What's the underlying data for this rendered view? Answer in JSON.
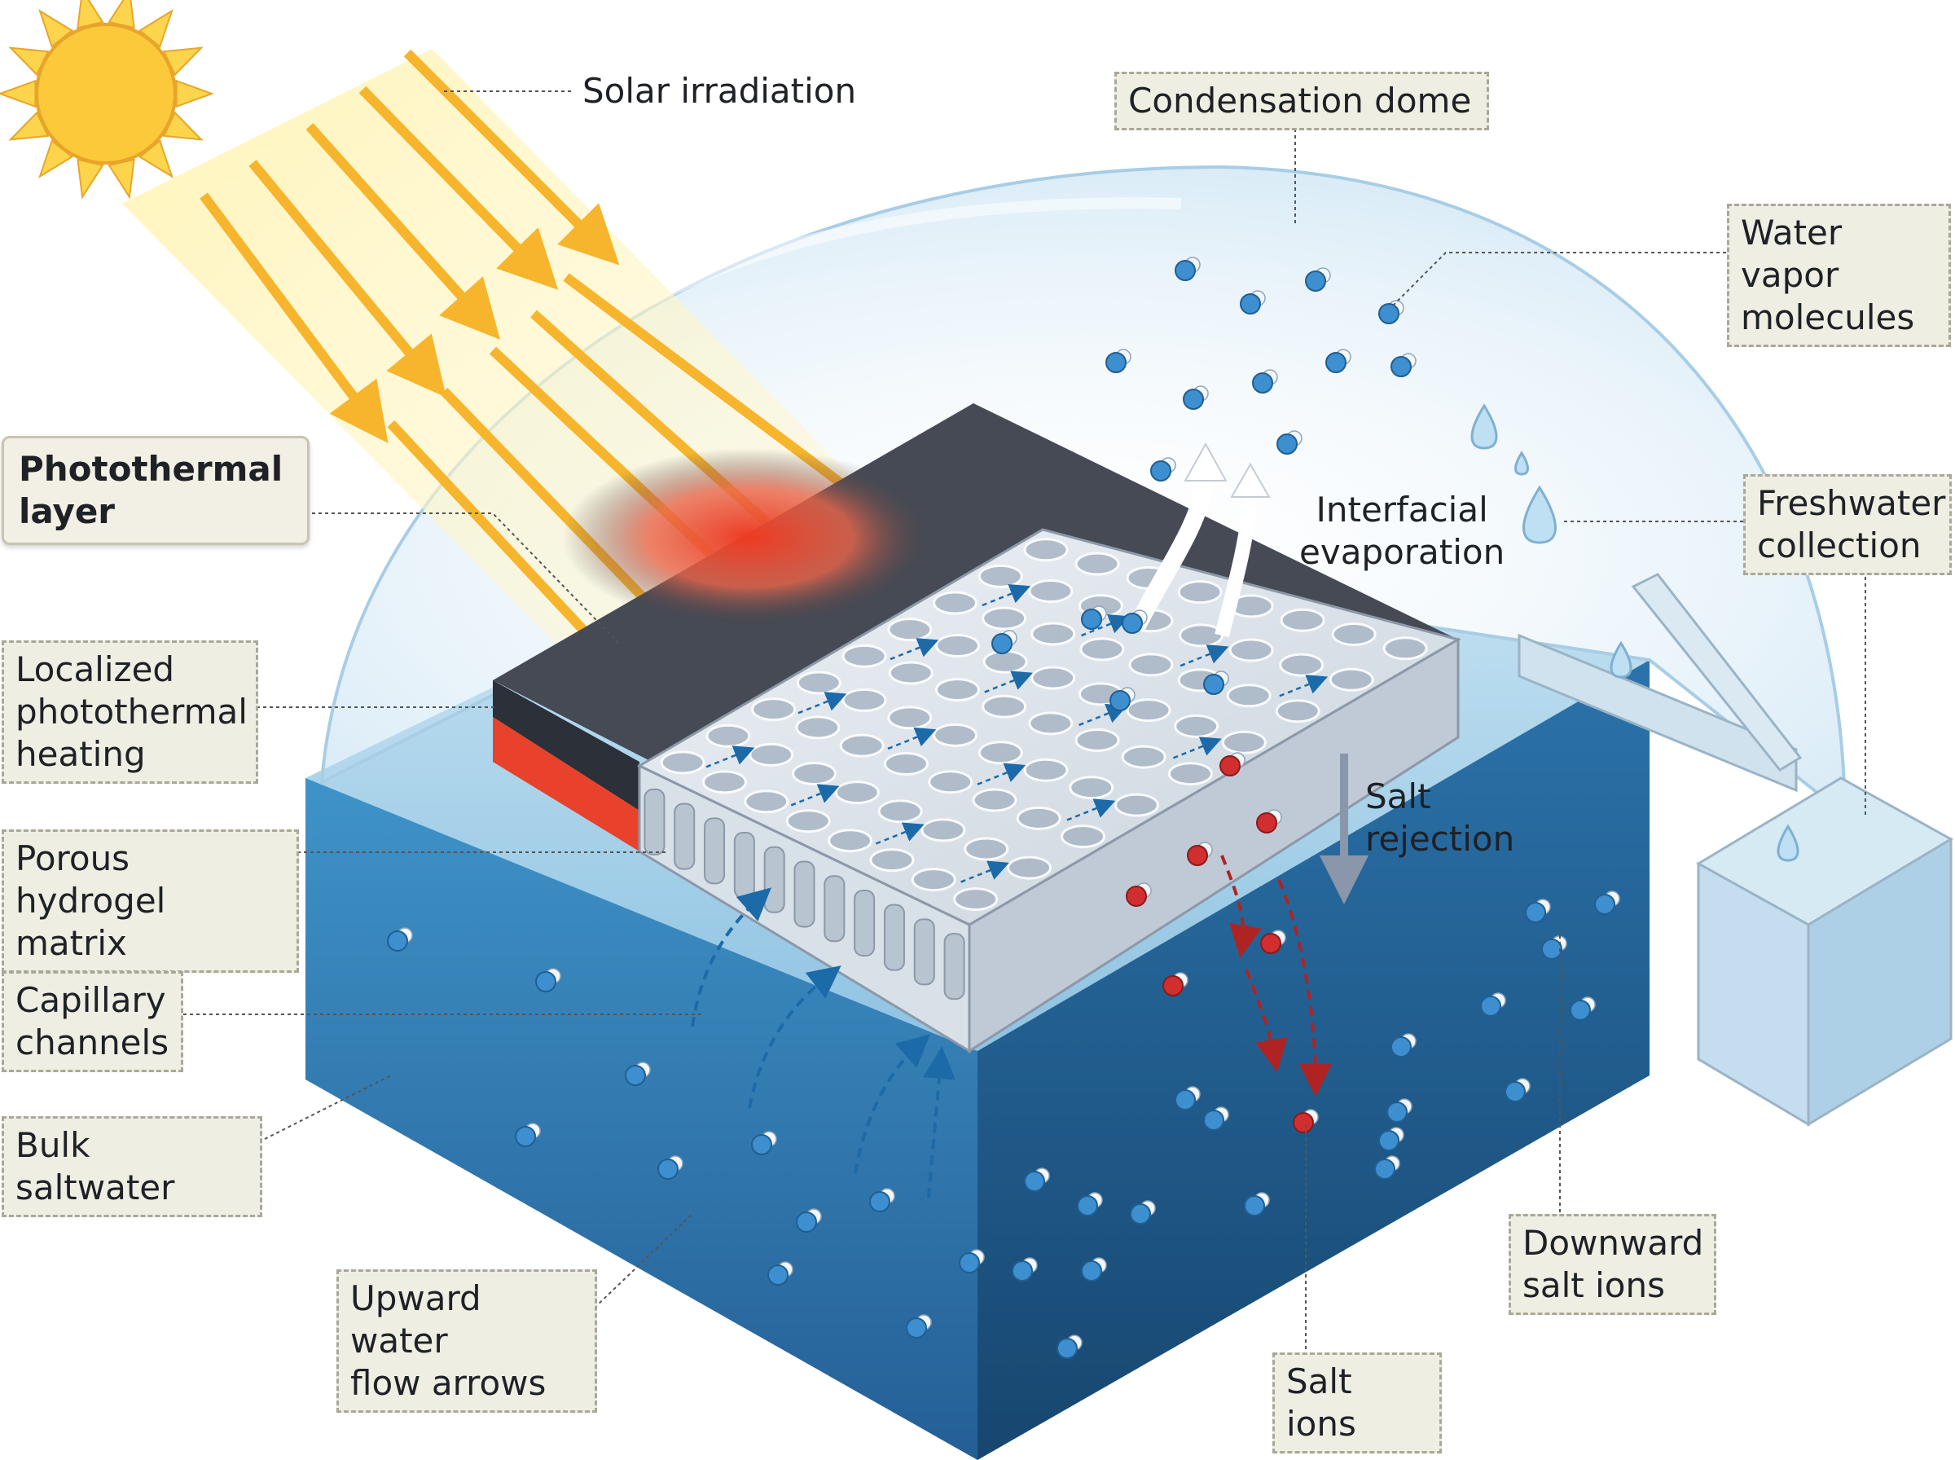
{
  "labels": {
    "solar_irradiation": "Solar irradiation",
    "condensation_dome": "Condensation dome",
    "water_vapor_molecules": "Water vapor\nmolecules",
    "photothermal_layer": "Photothermal\nlayer",
    "interfacial_evaporation": "Interfacial\nevaporation",
    "freshwater_collection": "Freshwater\ncollection",
    "localized_photothermal_heating": "Localized\nphotothermal\nheating",
    "porous_hydrogel_matrix": "Porous hydrogel\nmatrix",
    "salt_rejection": "Salt\nrejection",
    "capillary_channels": "Capillary\nchannels",
    "bulk_saltwater": "Bulk saltwater",
    "upward_water_flow_arrows": "Upward water\nflow arrows",
    "downward_salt_ions": "Downward\nsalt ions",
    "salt_ions": "Salt ions"
  },
  "colors": {
    "sun": "#fcc93a",
    "sun_ray": "#f6b52c",
    "heat": "#e8412c",
    "dark_layer": "#2c3039",
    "water_top": "#a9d3ea",
    "water_side_left": "#2f7fb4",
    "water_side_right": "#1f5f93",
    "dome": "#cfe6f3",
    "hydrogel": "#dde3ea",
    "flow_arrow": "#1c6aa8",
    "salt_arrow": "#b02323",
    "molecule": "#3d8fd0",
    "label_bg": "#efeee3"
  }
}
